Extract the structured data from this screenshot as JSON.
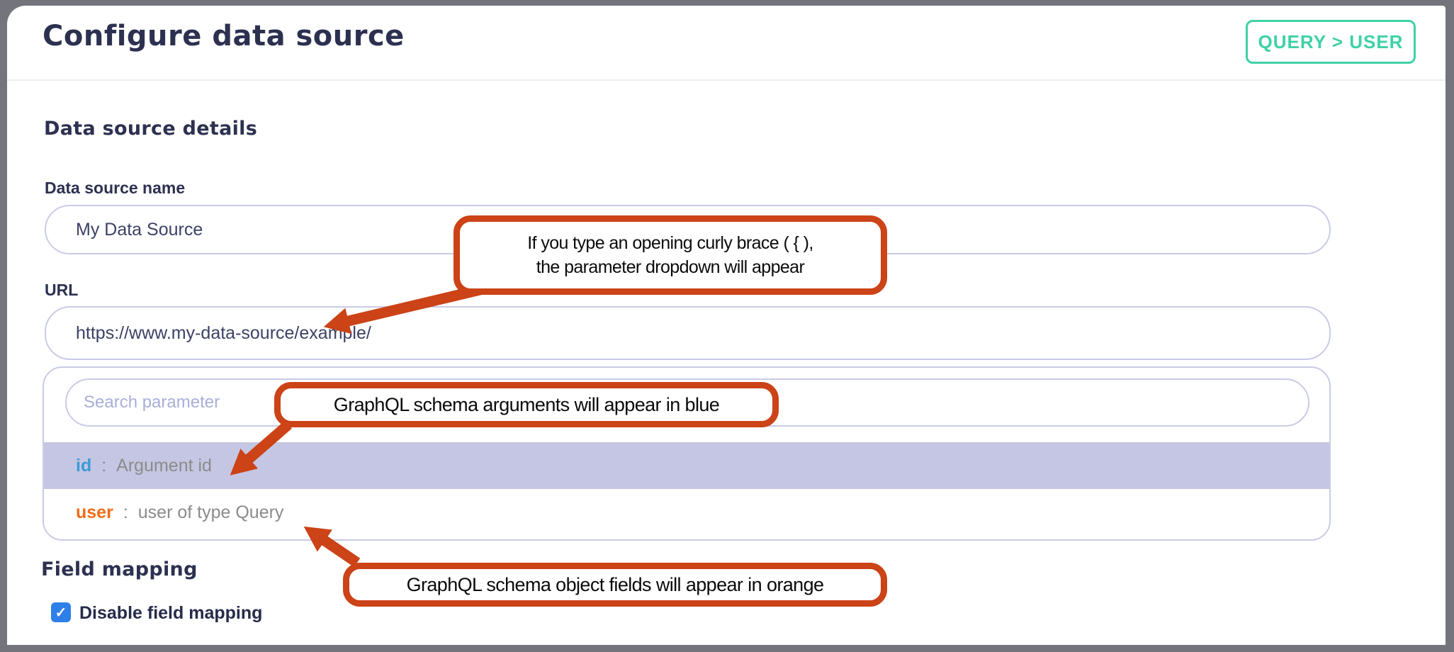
{
  "window": {
    "title": "Configure data source"
  },
  "header": {
    "query_path_label": "QUERY > USER"
  },
  "sections": {
    "details_heading": "Data source details",
    "field_mapping_heading": "Field mapping"
  },
  "fields": {
    "name": {
      "label": "Data source name",
      "value": "My Data Source"
    },
    "url": {
      "label": "URL",
      "value": "https://www.my-data-source/example/"
    }
  },
  "param_dropdown": {
    "search": {
      "placeholder": "Search parameter"
    },
    "items": [
      {
        "name": "id",
        "colon": ":",
        "description": "Argument id",
        "name_color": "#3b9bd8",
        "highlighted": true
      },
      {
        "name": "user",
        "colon": ":",
        "description": "user of type Query",
        "name_color": "#ef6c1a",
        "highlighted": false
      }
    ]
  },
  "field_mapping": {
    "checkbox_label": "Disable field mapping",
    "checked": true,
    "checkmark": "✓"
  },
  "annotations": {
    "callout_url": {
      "line1": "If you type an opening curly brace ( { ),",
      "line2": "the parameter dropdown will appear"
    },
    "callout_blue": {
      "text": "GraphQL schema arguments will appear in blue"
    },
    "callout_orange": {
      "text": "GraphQL schema object fields will appear in orange"
    }
  },
  "colors": {
    "accent_teal": "#3fd1a6",
    "annotation_orange": "#cb4317",
    "argument_blue": "#3b9bd8",
    "object_field_orange": "#ef6c1a",
    "highlight_lavender": "#c5c6e3",
    "input_border_lavender": "#c9cbe6",
    "heading_navy": "#2d3150",
    "checkbox_blue": "#2e80e8",
    "frame_gray": "#74747c"
  }
}
